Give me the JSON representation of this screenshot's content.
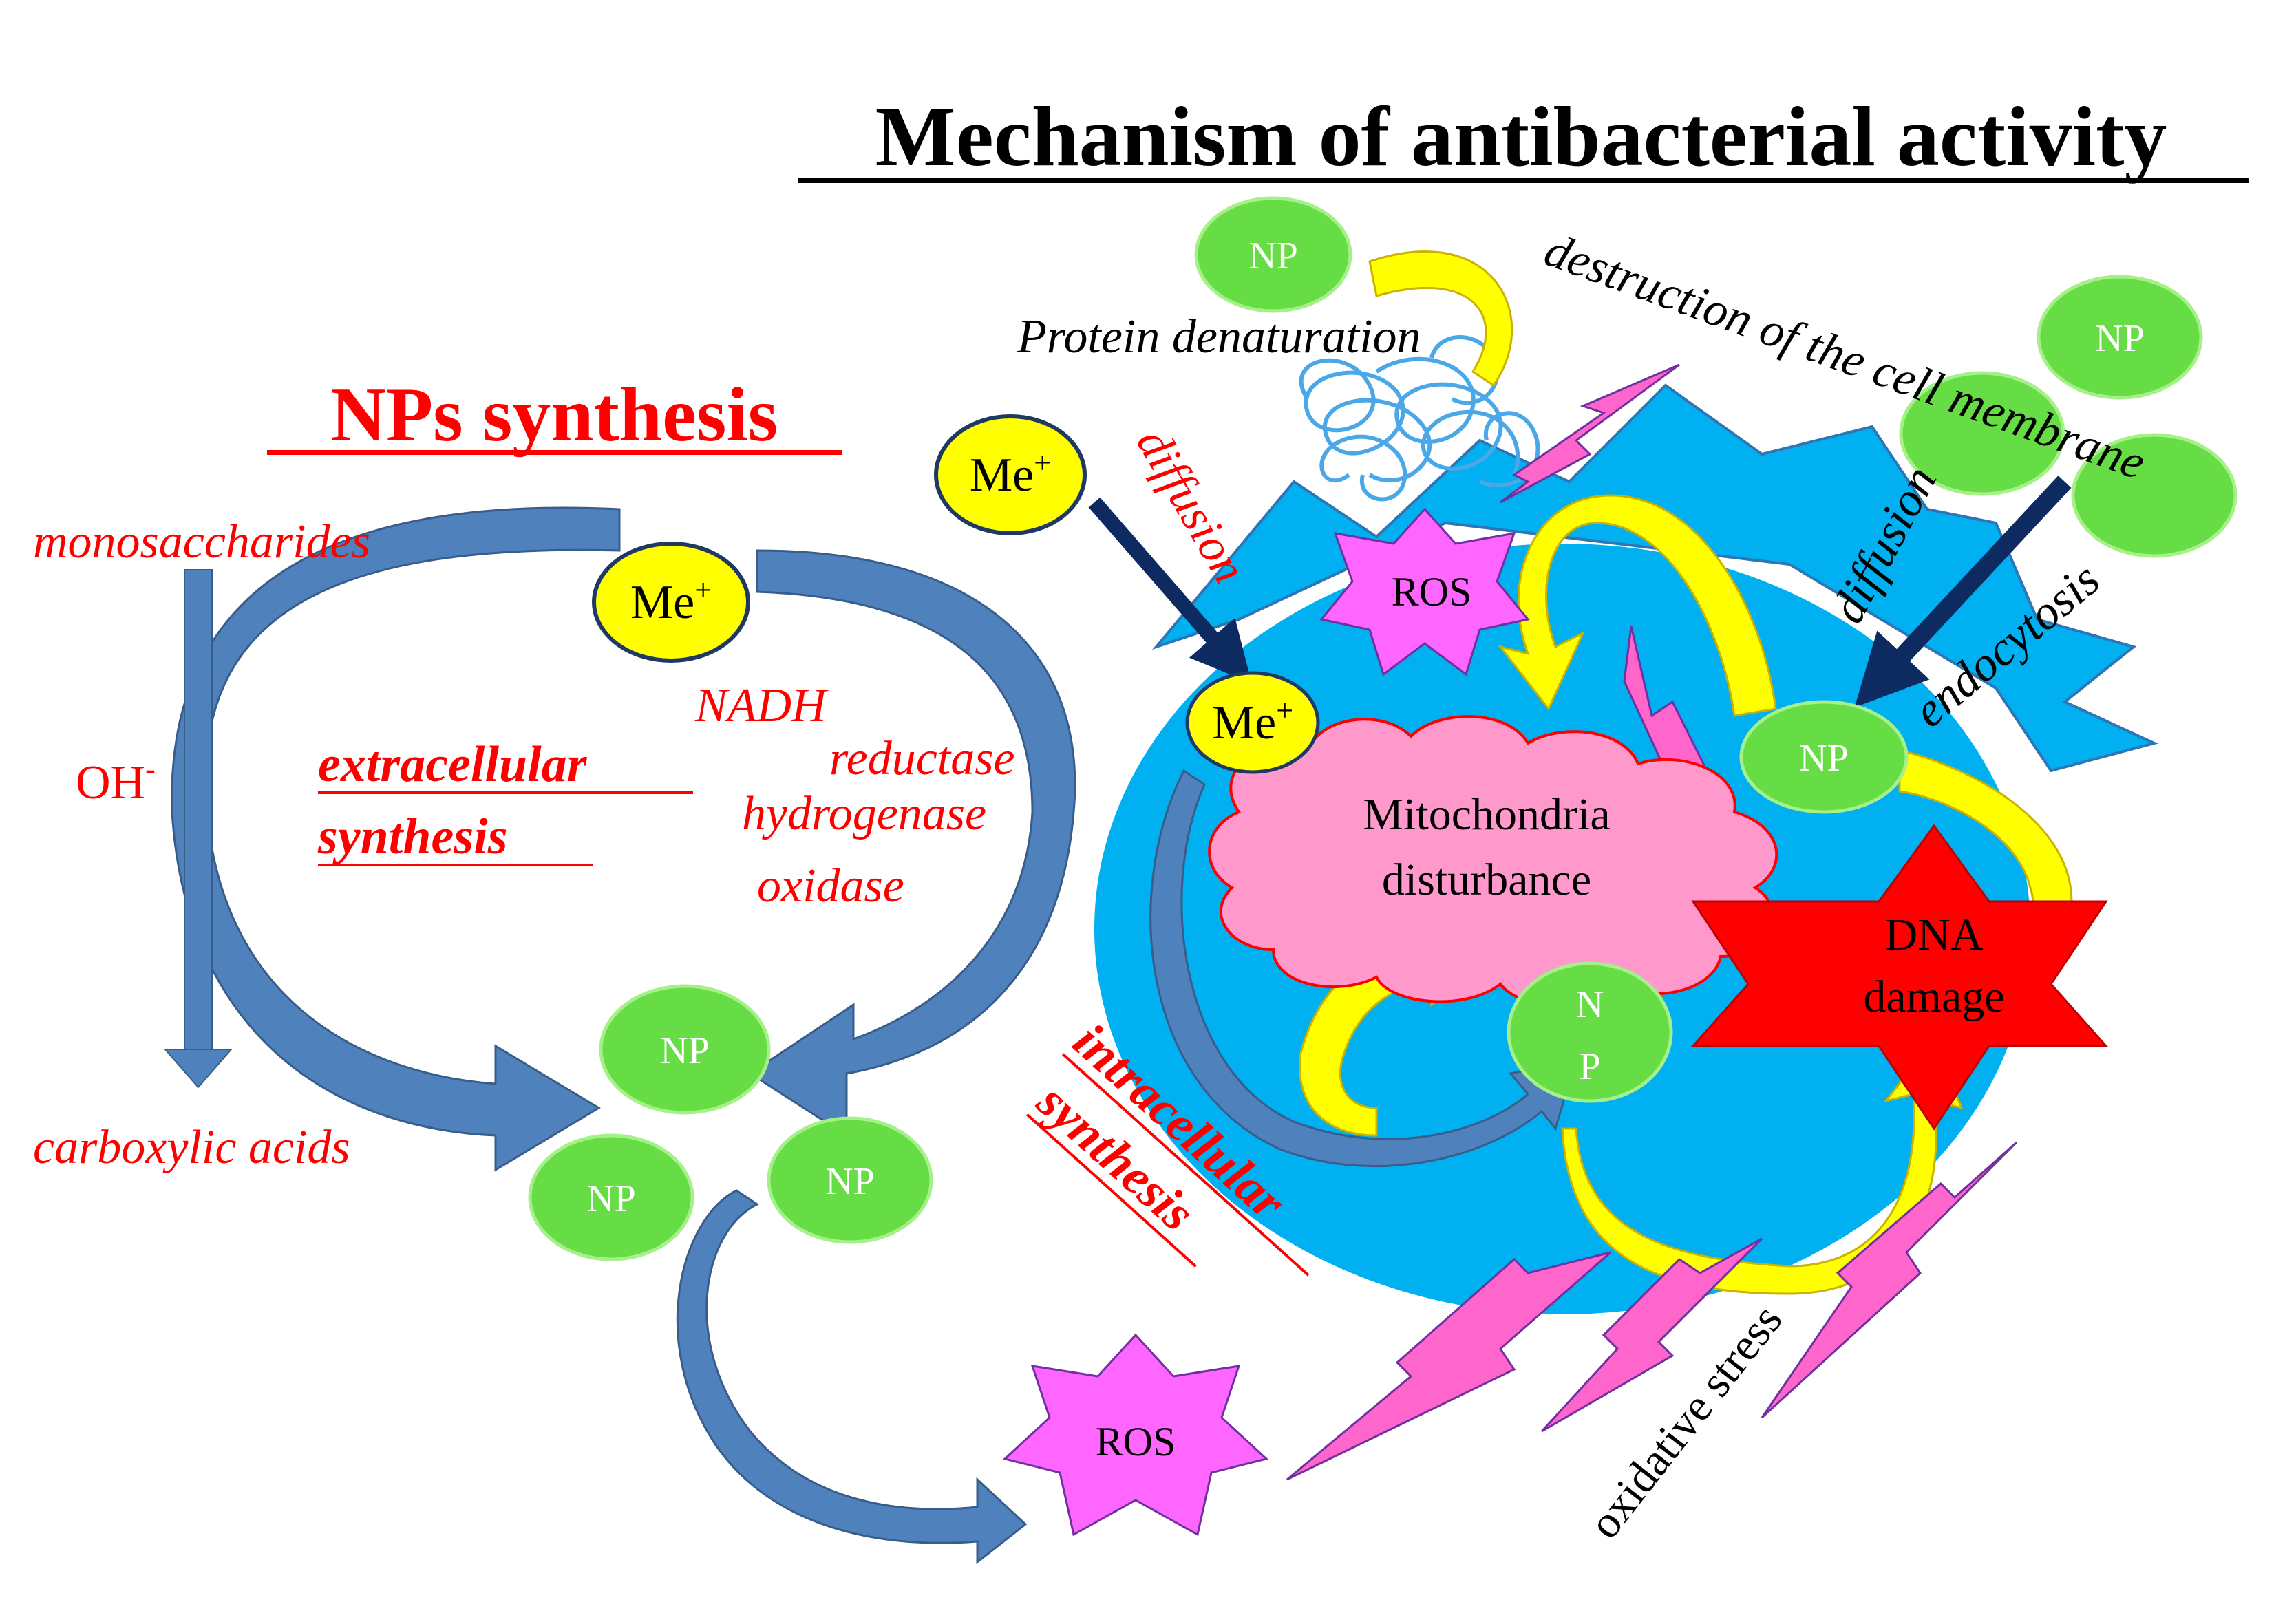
{
  "title": "Mechanism of antibacterial activity",
  "synthesis": {
    "title": "NPs synthesis",
    "monosaccharides": "monosaccharides",
    "oh": "OH",
    "oh_sup": "-",
    "carboxylic_acids": "carboxylic acids",
    "extracellular_line1": "extracellular",
    "extracellular_line2": "synthesis",
    "nadh": "NADH",
    "reductase": "reductase",
    "hydrogenase": "hydrogenase",
    "oxidase": "oxidase",
    "intracellular_line1": "intracellular",
    "intracellular_line2": "synthesis"
  },
  "mechanism": {
    "protein_denaturation": "Protein denaturation",
    "destruction": "destruction of the cell membrane",
    "diffusion_left": "diffusion",
    "diffusion_right": "diffusion",
    "endocytosis": "endocytosis",
    "mito_line1": "Mitochondria",
    "mito_line2": "disturbance",
    "dna_line1": "DNA",
    "dna_line2": "damage",
    "oxidative_stress": "oxidative stress"
  },
  "labels": {
    "np": "NP",
    "np_split_1": "N",
    "np_split_2": "P",
    "me": "Me",
    "me_sup": "+",
    "ros": "ROS"
  },
  "colors": {
    "np_green": "#66dd44",
    "me_yellow": "#ffff00",
    "cell_blue": "#00b0f0",
    "arrow_blue": "#4f81bd",
    "navy": "#0d2b60",
    "ros_magenta": "#ff66ff",
    "mito_pink": "#ff99cc",
    "dna_red": "#ff0000"
  }
}
